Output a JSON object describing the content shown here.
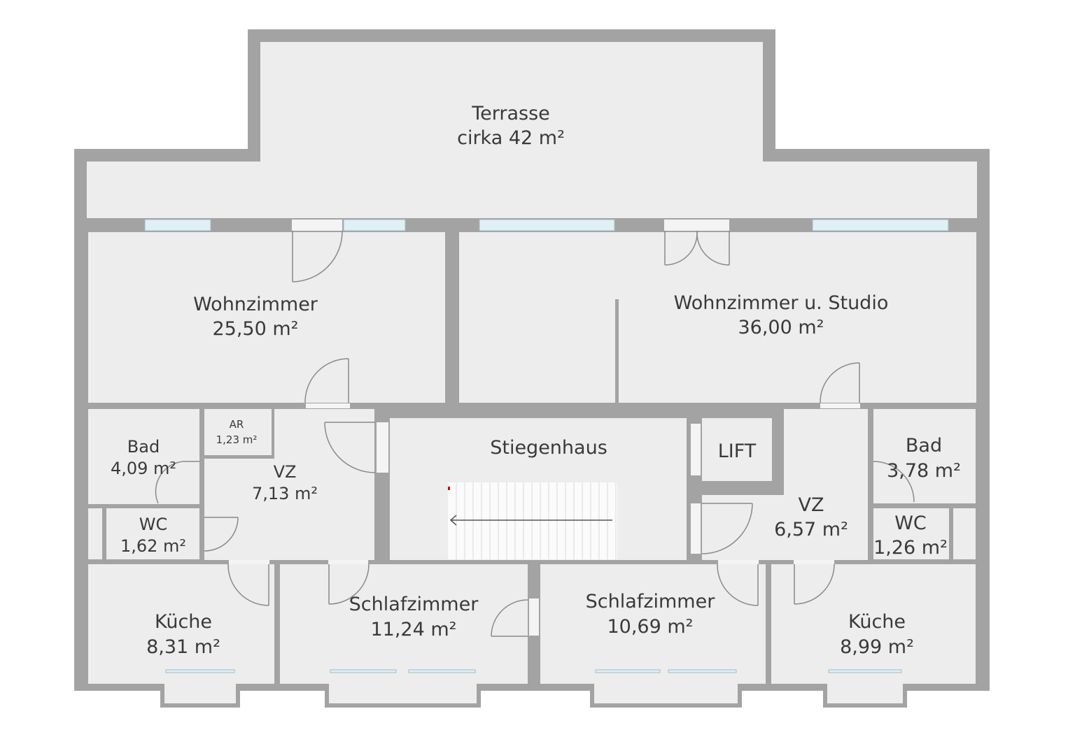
{
  "colors": {
    "background": "#ffffff",
    "floor": "#ededed",
    "wall": "#a3a3a3",
    "window": "#dff0f6",
    "door_line": "#8a8a8a",
    "text": "#3a3a3a",
    "stair_step": "#fbfbfb",
    "stair_line": "#d8d8d8"
  },
  "rooms": [
    {
      "id": "terrasse",
      "name": "Terrasse",
      "area": "cirka 42 m²"
    },
    {
      "id": "wohnzimmer",
      "name": "Wohnzimmer",
      "area": "25,50 m²"
    },
    {
      "id": "wohnzimmer-studio",
      "name": "Wohnzimmer u. Studio",
      "area": "36,00 m²"
    },
    {
      "id": "bad-left",
      "name": "Bad",
      "area": "4,09 m²"
    },
    {
      "id": "ar",
      "name": "AR",
      "area": "1,23 m²"
    },
    {
      "id": "vz-left",
      "name": "VZ",
      "area": "7,13 m²"
    },
    {
      "id": "stiegenhaus",
      "name": "Stiegenhaus",
      "area": ""
    },
    {
      "id": "lift",
      "name": "LIFT",
      "area": ""
    },
    {
      "id": "vz-right",
      "name": "VZ",
      "area": "6,57 m²"
    },
    {
      "id": "bad-right",
      "name": "Bad",
      "area": "3,78 m²"
    },
    {
      "id": "wc-left",
      "name": "WC",
      "area": "1,62 m²"
    },
    {
      "id": "wc-right",
      "name": "WC",
      "area": "1,26 m²"
    },
    {
      "id": "kueche-left",
      "name": "Küche",
      "area": "8,31 m²"
    },
    {
      "id": "schlafzimmer-left",
      "name": "Schlafzimmer",
      "area": "11,24 m²"
    },
    {
      "id": "schlafzimmer-right",
      "name": "Schlafzimmer",
      "area": "10,69 m²"
    },
    {
      "id": "kueche-right",
      "name": "Küche",
      "area": "8,99 m²"
    }
  ]
}
